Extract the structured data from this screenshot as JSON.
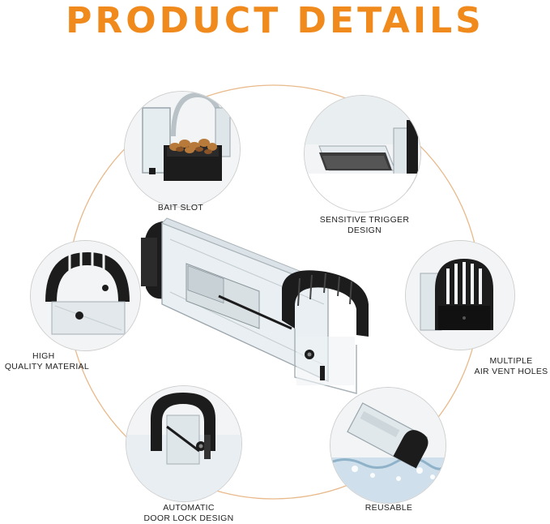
{
  "header": {
    "title": "PRODUCT DETAILS"
  },
  "colors": {
    "accent": "#f08a1c",
    "ring": "#e8b98a",
    "trap_black": "#1c1c1c",
    "clear_plastic": "#dfe6ea"
  },
  "features": [
    {
      "line1": "BAIT SLOT",
      "line2": ""
    },
    {
      "line1": "SENSITIVE TRIGGER",
      "line2": "DESIGN"
    },
    {
      "line1": "HIGH",
      "line2": "QUALITY MATERIAL"
    },
    {
      "line1": "MULTIPLE",
      "line2": "AIR VENT HOLES"
    },
    {
      "line1": "AUTOMATIC",
      "line2": "DOOR LOCK DESIGN"
    },
    {
      "line1": "REUSABLE",
      "line2": ""
    }
  ]
}
